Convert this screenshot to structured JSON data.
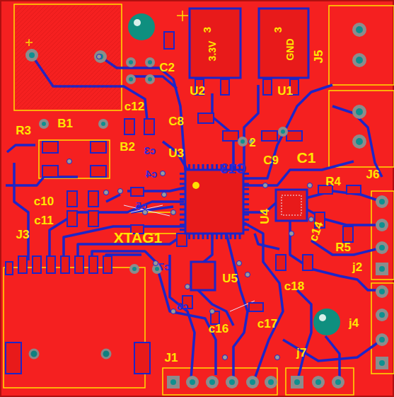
{
  "diagram": {
    "labels": [
      "3",
      "3.3V",
      "3",
      "GND",
      "J5",
      "C2",
      "c12",
      "U2",
      "U1",
      "C8",
      "R3",
      "B1",
      "B2",
      "U3",
      "C9",
      "C1",
      "2",
      "C13",
      "c3",
      "c4",
      "c5",
      "c7",
      "c6",
      "R4",
      "J6",
      "U4",
      "c14",
      "R5",
      "c10",
      "c11",
      "XTAG1",
      "J3",
      "U5",
      "j2",
      "c18",
      "j4",
      "c16",
      "c17",
      "J1",
      "j7"
    ]
  }
}
